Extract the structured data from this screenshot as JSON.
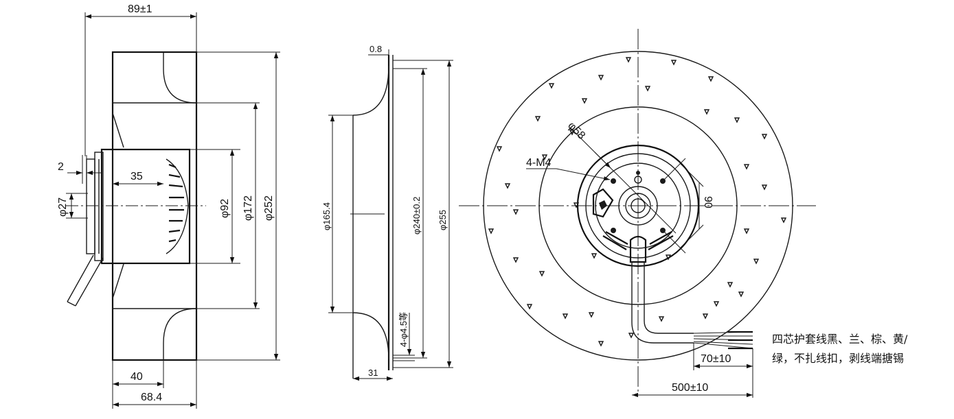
{
  "side_view": {
    "dim_width": "89±1",
    "dim_shaft_step": "2",
    "dim_hub_len": "35",
    "dim_shaft_dia": "φ27",
    "dim_hub_dia": "φ92",
    "dim_inlet_dia": "φ172",
    "dim_wheel_dia": "φ252",
    "dim_blade_depth": "40",
    "dim_overall_depth": "68.4"
  },
  "ring_view": {
    "dim_thickness": "0.8",
    "dim_inner_dia": "φ165.4",
    "dim_bolt_circle": "φ240±0.2",
    "dim_outer_dia": "φ255",
    "dim_holes": "4-φ4.5等",
    "dim_depth": "31"
  },
  "front_view": {
    "dim_hub": "φ58",
    "dim_thread": "4-M4",
    "dim_bolt_pcd": "90",
    "dim_strip": "70±10",
    "dim_cable": "500±10"
  },
  "note": {
    "line1": "四芯护套线黑、兰、棕、黄/",
    "line2": "绿，不扎线扣，剥线端搪锡"
  }
}
